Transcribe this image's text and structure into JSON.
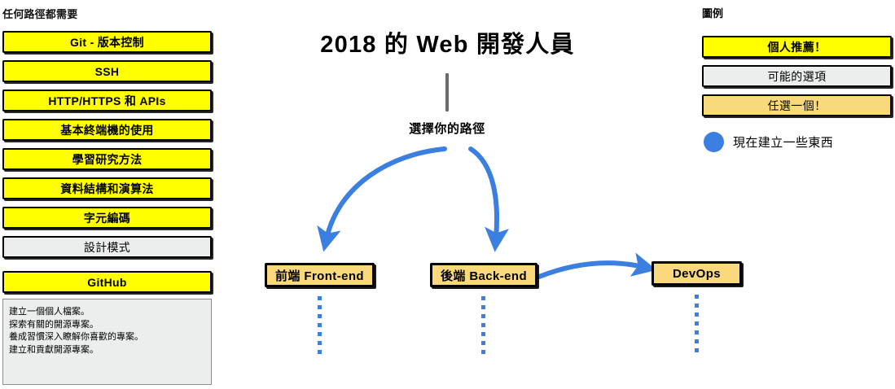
{
  "page": {
    "title": "2018 的 Web 開發人員",
    "background": "#ffffff"
  },
  "colors": {
    "recommended_yellow": "#ffff00",
    "possible_gray": "#eceded",
    "pick_one_tan": "#fad97c",
    "accent_blue": "#3b7fe0",
    "stem_gray": "#6b6b6b",
    "outline_black": "#000000"
  },
  "required_column": {
    "heading": "任何路徑都需要",
    "items": [
      {
        "label": "Git - 版本控制",
        "style": "recommended"
      },
      {
        "label": "SSH",
        "style": "recommended"
      },
      {
        "label": "HTTP/HTTPS 和 APIs",
        "style": "recommended"
      },
      {
        "label": "基本終端機的使用",
        "style": "recommended"
      },
      {
        "label": "學習研究方法",
        "style": "recommended"
      },
      {
        "label": "資料結構和演算法",
        "style": "recommended"
      },
      {
        "label": "字元編碼",
        "style": "recommended"
      },
      {
        "label": "設計模式",
        "style": "possible"
      }
    ],
    "github": {
      "label": "GitHub",
      "style": "recommended",
      "notes": [
        "建立一個個人檔案。",
        "探索有關的開源專案。",
        "養成習慣深入瞭解你喜歡的專案。",
        "建立和貢獻開源專案。"
      ]
    }
  },
  "center": {
    "title": "2018 的 Web 開發人員",
    "choose_path_label": "選擇你的路徑",
    "paths": [
      {
        "label": "前端 Front-end",
        "style": "pick_one"
      },
      {
        "label": "後端 Back-end",
        "style": "pick_one"
      },
      {
        "label": "DevOps",
        "style": "pick_one"
      }
    ]
  },
  "legend": {
    "heading": "圖例",
    "items": [
      {
        "label": "個人推薦！",
        "style": "recommended"
      },
      {
        "label": "可能的選項",
        "style": "possible"
      },
      {
        "label": "任選一個！",
        "style": "pick_one"
      }
    ],
    "build_now": {
      "label": "現在建立一些東西",
      "marker": "blue-circle"
    }
  }
}
